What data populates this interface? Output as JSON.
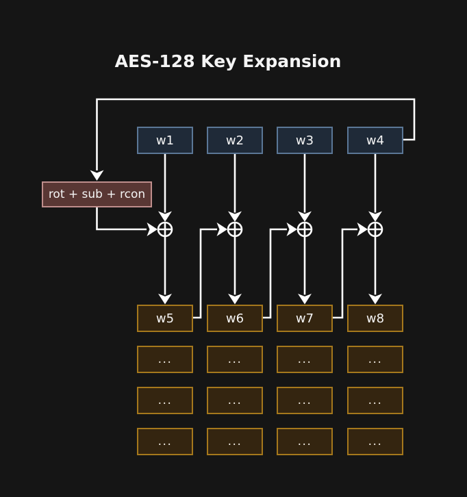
{
  "title": "AES-128 Key Expansion",
  "operation": {
    "label": "rot + sub + rcon"
  },
  "key_words": [
    "w1",
    "w2",
    "w3",
    "w4"
  ],
  "generated_words": [
    "w5",
    "w6",
    "w7",
    "w8"
  ],
  "ellipsis_rows": [
    [
      "...",
      "...",
      "...",
      "..."
    ],
    [
      "...",
      "...",
      "...",
      "..."
    ],
    [
      "...",
      "...",
      "...",
      "..."
    ]
  ],
  "colors": {
    "background": "#151515",
    "connector": "#ffffff",
    "key_box_fill": "#1f2a38",
    "key_box_border": "#5b7796",
    "operation_box_fill": "#593734",
    "operation_box_border": "#bf8e8c",
    "word_box_fill": "#342510",
    "word_box_border": "#a5781c",
    "text": "#f5f5f5"
  }
}
